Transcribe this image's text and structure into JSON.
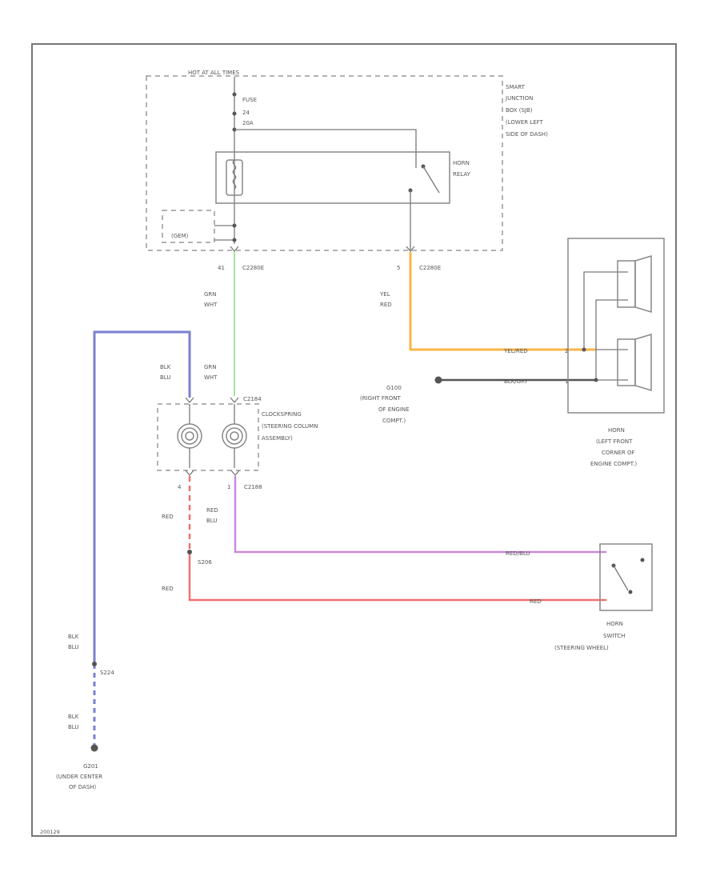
{
  "colors": {
    "wire_blue": "#7b7fd1",
    "wire_green": "#a9e3a3",
    "wire_orange": "#f7b648",
    "wire_red": "#f07070",
    "wire_violet": "#c98ad8",
    "wire_black": "#555555",
    "frame": "#777777"
  },
  "sjb": {
    "hot_label": "HOT AT ALL TIMES",
    "fuse_label": "FUSE",
    "fuse_number": "24",
    "fuse_rating": "20A",
    "name_lines": [
      "SMART",
      "JUNCTION",
      "BOX (SJB)",
      "(LOWER LEFT",
      "SIDE OF DASH)"
    ],
    "gem_label": "(GEM)"
  },
  "relay": {
    "lines": [
      "HORN",
      "RELAY"
    ]
  },
  "connectors": {
    "c2280e_left_pin": "41",
    "c2280e_left": "C2280E",
    "c2280e_right_pin": "5",
    "c2280e_right": "C2280E",
    "c2184": "C2184",
    "c2188_pin_left": "4",
    "c2188_pin_right": "1",
    "c2188": "C2188"
  },
  "wires": {
    "grn_wht_upper": [
      "GRN",
      "WHT"
    ],
    "grn_wht_lower": [
      "GRN",
      "WHT"
    ],
    "yel_red_vertical": [
      "YEL",
      "RED"
    ],
    "yel_red_horn": "YEL/RED",
    "yel_red_pin": "2",
    "blk_gry_horn": "BLK/GRY",
    "blk_gry_pin": "1",
    "blk_blu_upper": [
      "BLK",
      "BLU"
    ],
    "red_upper": "RED",
    "red_blu_vertical": [
      "RED",
      "BLU"
    ],
    "red_blu_horiz": "RED/BLU",
    "red_lower": "RED",
    "red_horiz": "RED",
    "blk_blu_s224": [
      "BLK",
      "BLU"
    ],
    "blk_blu_bottom": [
      "BLK",
      "BLU"
    ]
  },
  "grounds": {
    "g100_label": "G100",
    "g100_desc": [
      "(RIGHT FRONT",
      "OF ENGINE",
      "COMPT.)"
    ],
    "g201_label": "G201",
    "g201_desc": [
      "(UNDER CENTER",
      "OF DASH)"
    ]
  },
  "splices": {
    "s206": "S206",
    "s224": "S224"
  },
  "clockspring": {
    "lines": [
      "CLOCKSPRING",
      "(STEERING COLUMN",
      "ASSEMBLY)"
    ]
  },
  "horn": {
    "lines": [
      "HORN",
      "(LEFT FRONT",
      "CORNER OF",
      "ENGINE COMPT.)"
    ]
  },
  "horn_switch": {
    "lines": [
      "HORN",
      "SWITCH",
      "(STEERING WHEEL)"
    ]
  },
  "figure_id": "200129"
}
